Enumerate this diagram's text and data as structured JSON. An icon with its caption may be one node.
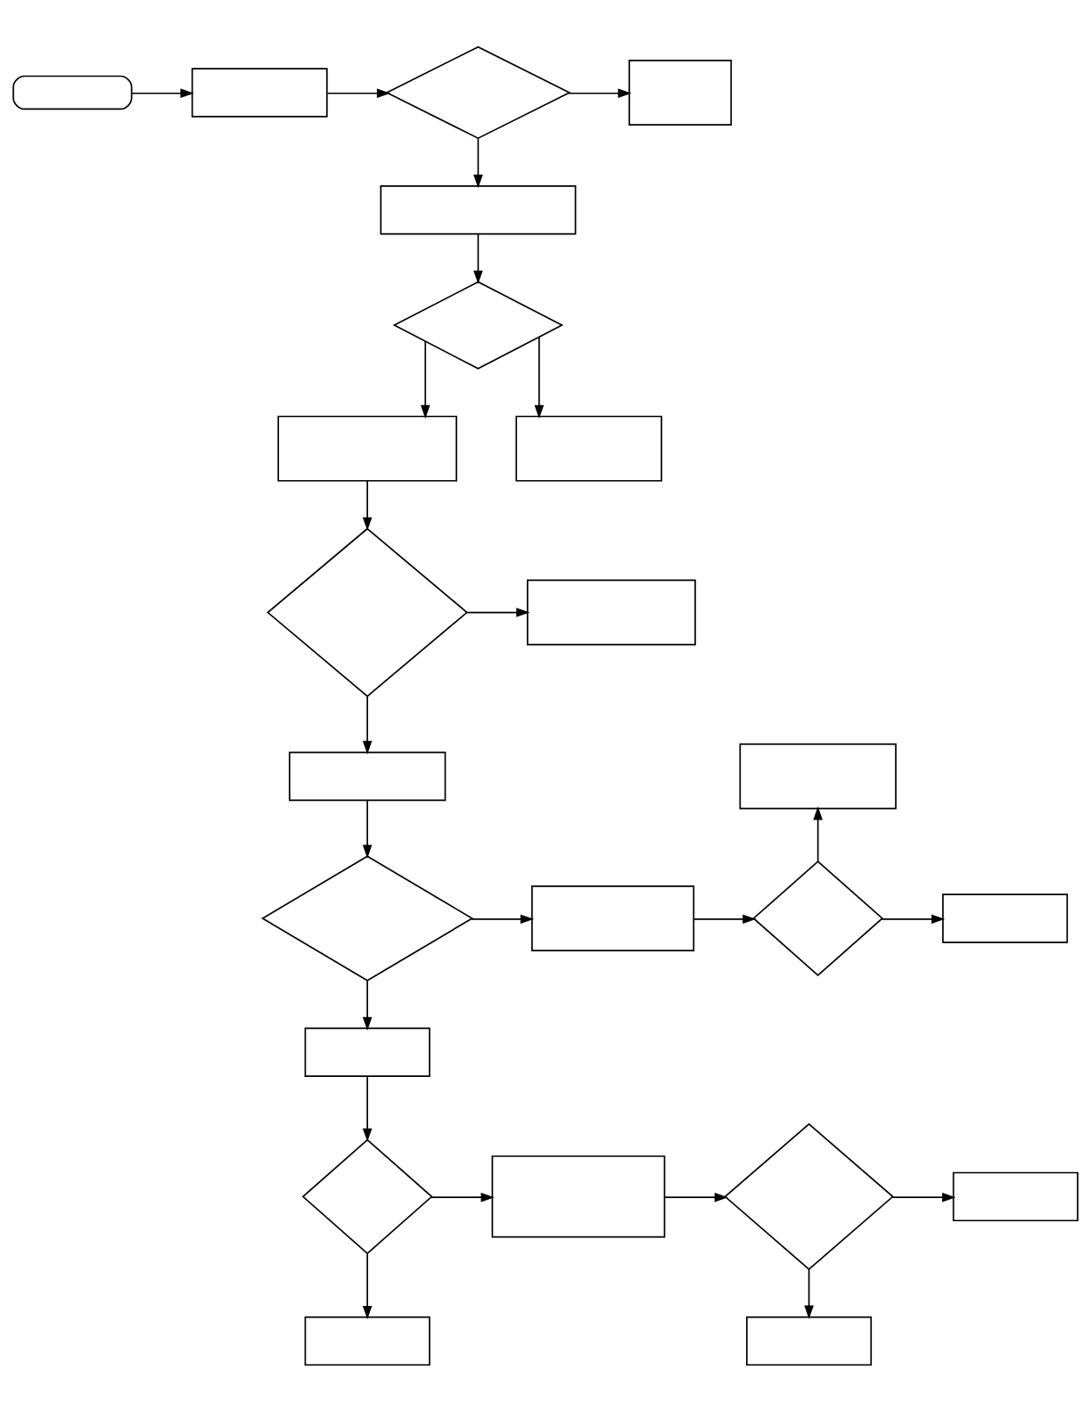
{
  "diagram": {
    "nodes": [
      {
        "text": [],
        "shape": "terminal"
      },
      {
        "text": [],
        "shape": "box"
      },
      {
        "text": [],
        "shape": "diamond"
      },
      {
        "text": [],
        "shape": "box"
      },
      {
        "text": [],
        "shape": "box"
      },
      {
        "text": [],
        "shape": "box"
      },
      {
        "text": [],
        "shape": "diamond"
      },
      {
        "text": [],
        "shape": "box"
      },
      {
        "text": [],
        "shape": "diamond"
      },
      {
        "text": [],
        "shape": "box"
      },
      {
        "text": [],
        "shape": "box"
      },
      {
        "text": [],
        "shape": "box"
      },
      {
        "text": [],
        "shape": "diamond"
      },
      {
        "text": [],
        "shape": "box"
      },
      {
        "text": [],
        "shape": "diamond"
      },
      {
        "text": [],
        "shape": "box"
      },
      {
        "text": [],
        "shape": "box"
      },
      {
        "text": [],
        "shape": "box"
      },
      {
        "text": [],
        "shape": "diamond"
      },
      {
        "text": [],
        "shape": "box"
      },
      {
        "text": [],
        "shape": "diamond"
      },
      {
        "text": [],
        "shape": "box"
      },
      {
        "text": [],
        "shape": "box"
      }
    ],
    "edges": [
      {
        "from": 0,
        "to": 1,
        "arrow": "to"
      },
      {
        "from": 1,
        "to": 2,
        "arrow": "to"
      },
      {
        "from": 2,
        "to": 3,
        "arrow": "to"
      },
      {
        "from": 2,
        "to": 4,
        "arrow": "to"
      },
      {
        "from": 4,
        "to": 6,
        "arrow": "to"
      },
      {
        "from": 6,
        "to": 5,
        "arrow": "to"
      },
      {
        "from": 6,
        "to": 7,
        "arrow": "to"
      },
      {
        "from": 5,
        "to": 8,
        "arrow": "to"
      },
      {
        "from": 8,
        "to": 9,
        "arrow": "to"
      },
      {
        "from": 8,
        "to": 10,
        "arrow": "to"
      },
      {
        "from": 10,
        "to": 12,
        "arrow": "to"
      },
      {
        "from": 12,
        "to": 13,
        "arrow": "to"
      },
      {
        "from": 13,
        "to": 14,
        "arrow": "to"
      },
      {
        "from": 14,
        "to": 11,
        "arrow": "to"
      },
      {
        "from": 14,
        "to": 15,
        "arrow": "to"
      },
      {
        "from": 12,
        "to": 16,
        "arrow": "to"
      },
      {
        "from": 16,
        "to": 18,
        "arrow": "to"
      },
      {
        "from": 18,
        "to": 17,
        "arrow": "to"
      },
      {
        "from": 18,
        "to": 19,
        "arrow": "to"
      },
      {
        "from": 19,
        "to": 20,
        "arrow": "to"
      },
      {
        "from": 20,
        "to": 21,
        "arrow": "to"
      },
      {
        "from": 20,
        "to": 22,
        "arrow": "to"
      }
    ]
  }
}
